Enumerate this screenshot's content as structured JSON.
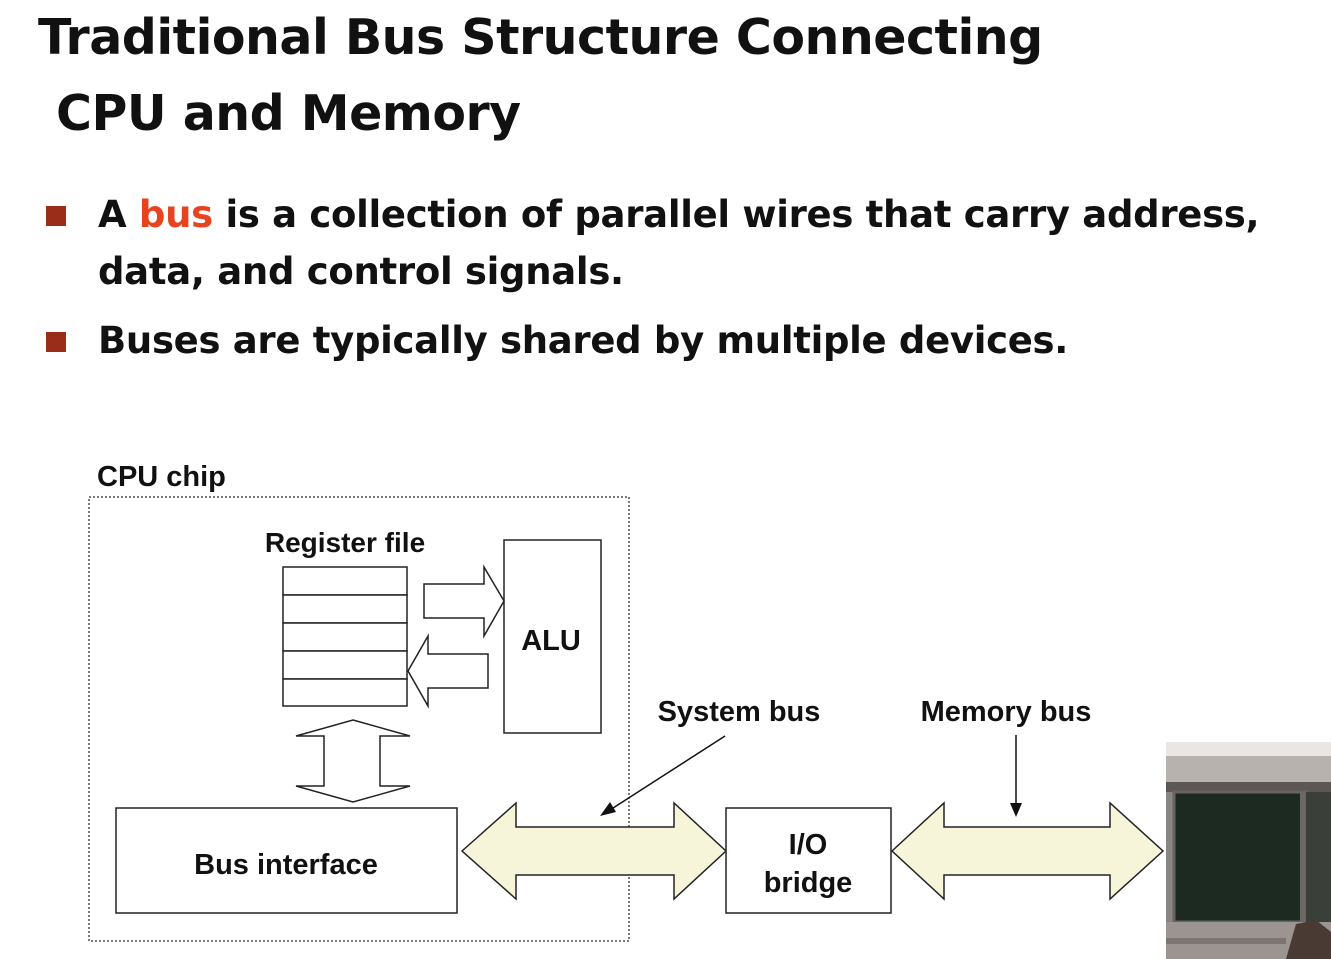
{
  "title": {
    "line1": "Traditional Bus Structure Connecting",
    "line2": "CPU and Memory"
  },
  "bullets": [
    {
      "pre": "A ",
      "highlight": "bus",
      "post": " is a collection of parallel wires that carry address, data, and control signals."
    },
    {
      "text": "Buses are typically shared by multiple devices."
    }
  ],
  "diagram": {
    "cpu_chip": "CPU chip",
    "register_file": "Register file",
    "alu": "ALU",
    "bus_interface": "Bus interface",
    "system_bus": "System bus",
    "memory_bus": "Memory bus",
    "io_bridge_line1": "I/O",
    "io_bridge_line2": "bridge"
  },
  "colors": {
    "accent": "#e8431e",
    "bullet": "#9a2c1a",
    "bus_fill": "#f7f5d9"
  }
}
